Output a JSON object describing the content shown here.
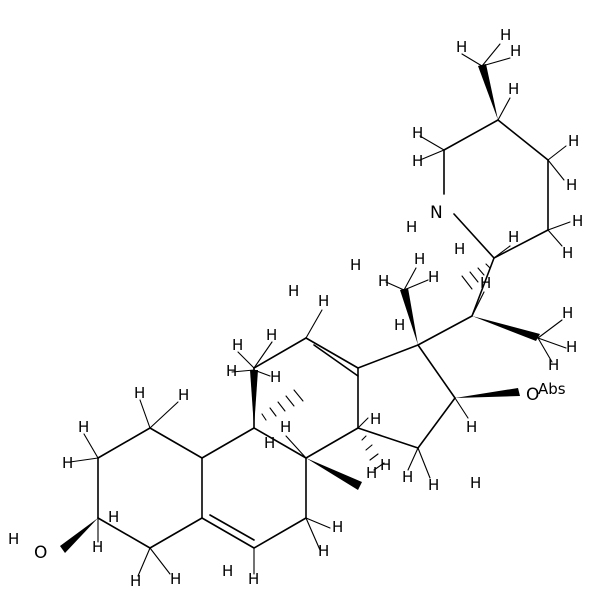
{
  "structure": {
    "atoms": {
      "N": "N",
      "O3": "O",
      "O16": "O",
      "abs": "Abs"
    },
    "hydrogen_symbol": "H",
    "color": "#000000"
  }
}
